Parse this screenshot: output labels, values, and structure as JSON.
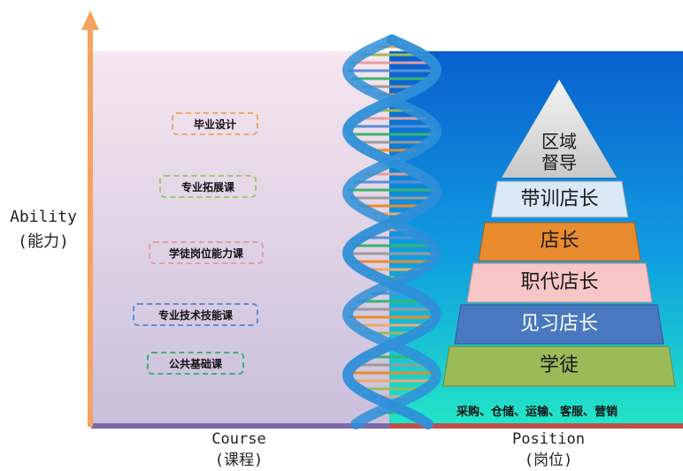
{
  "axes": {
    "y_label_line1": "Ability",
    "y_label_line2": "(能力)",
    "x_left_line1": "Course",
    "x_left_line2": "(课程)",
    "x_right_line1": "Position",
    "x_right_line2": "(岗位)"
  },
  "courses": [
    {
      "label": "毕业设计",
      "color": "#f0a868"
    },
    {
      "label": "专业拓展课",
      "color": "#9ccc65"
    },
    {
      "label": "学徒岗位能力课",
      "color": "#e0a0a0"
    },
    {
      "label": "专业技术技能课",
      "color": "#5b8fd6"
    },
    {
      "label": "公共基础课",
      "color": "#3cb371"
    }
  ],
  "pyramid": {
    "top_line1": "区域",
    "top_line2": "督导",
    "tiers": [
      {
        "label": "带训店长",
        "color": "#dbe8f6"
      },
      {
        "label": "店长",
        "color": "#e88b2c"
      },
      {
        "label": "职代店长",
        "color": "#f7c6c6"
      },
      {
        "label": "见习店长",
        "color": "#4a78c0"
      },
      {
        "label": "学徒",
        "color": "#9bbb59"
      }
    ],
    "base_caption": "采购、仓储、运输、客服、营销"
  },
  "colors": {
    "left_panel": "#d9cde6",
    "right_panel_top": "#0a6fd0",
    "right_panel_bottom": "#1fe0c8",
    "axis_arrow": "#f4a460",
    "dna_strand": "#2f8fd8"
  }
}
